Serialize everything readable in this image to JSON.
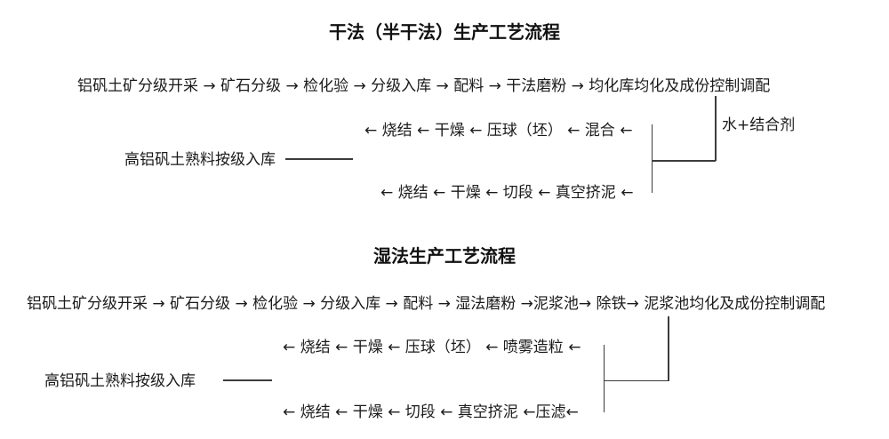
{
  "colors": {
    "background": "#ffffff",
    "text": "#1a1a1a",
    "line": "#3c3c3c"
  },
  "dry_process": {
    "title": "干法（半干法）生产工艺流程",
    "main_flow": "铝矾土矿分级开采 → 矿石分级 → 检化验 → 分级入库 → 配料 → 干法磨粉 → 均化库均化及成份控制调配",
    "additive_label": "水+结合剂",
    "press_branch": "← 烧结 ← 干燥 ← 压球（坯） ← 混合 ←",
    "storage_label": "高铝矾土熟料按级入库",
    "extrude_branch": "← 烧结 ← 干燥 ← 切段 ← 真空挤泥 ←"
  },
  "wet_process": {
    "title": "湿法生产工艺流程",
    "main_flow": "铝矾土矿分级开采 → 矿石分级 → 检化验 → 分级入库 → 配料 → 湿法磨粉 →泥浆池→ 除铁→ 泥浆池均化及成份控制调配",
    "press_branch": "← 烧结 ← 干燥 ← 压球（坯） ← 喷雾造粒 ←",
    "storage_label": "高铝矾土熟料按级入库",
    "extrude_branch": "← 烧结 ← 干燥 ← 切段 ← 真空挤泥 ←压滤←"
  }
}
